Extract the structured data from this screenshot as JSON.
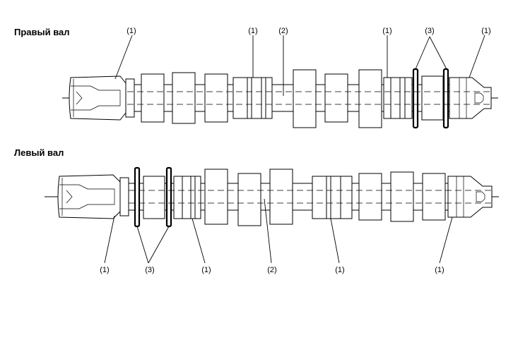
{
  "shafts": {
    "right": {
      "title": "Правый вал",
      "labels": [
        "(1)",
        "(1)",
        "(2)",
        "(1)",
        "(3)",
        "(1)"
      ]
    },
    "left": {
      "title": "Левый вал",
      "labels": [
        "(1)",
        "(3)",
        "(1)",
        "(2)",
        "(1)",
        "(1)"
      ]
    }
  }
}
